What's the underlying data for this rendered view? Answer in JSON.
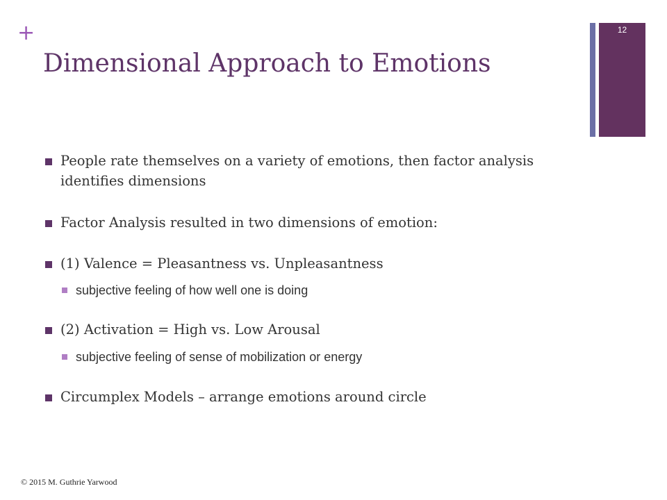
{
  "slide": {
    "plus_symbol": "+",
    "title": "Dimensional Approach to Emotions",
    "slide_number": "12",
    "footer": "© 2015 M. Guthrie Yarwood"
  },
  "bullets": {
    "b1": "People rate themselves on a variety of emotions, then factor analysis identifies dimensions",
    "b2": "Factor Analysis resulted in two dimensions of emotion:",
    "b3": "(1) Valence = Pleasantness vs. Unpleasantness",
    "b3_sub": "subjective feeling of how well one is doing",
    "b4": "(2) Activation = High vs. Low Arousal",
    "b4_sub": "subjective feeling of sense of mobilization or energy",
    "b5": "Circumplex Models – arrange emotions around circle"
  },
  "colors": {
    "title": "#5e3468",
    "accent_bar": "#63325f",
    "thin_bar": "#6b6fa6",
    "plus": "#9b59b6",
    "bullet_square": "#5e3468",
    "sub_bullet_square": "#b07ec4"
  }
}
